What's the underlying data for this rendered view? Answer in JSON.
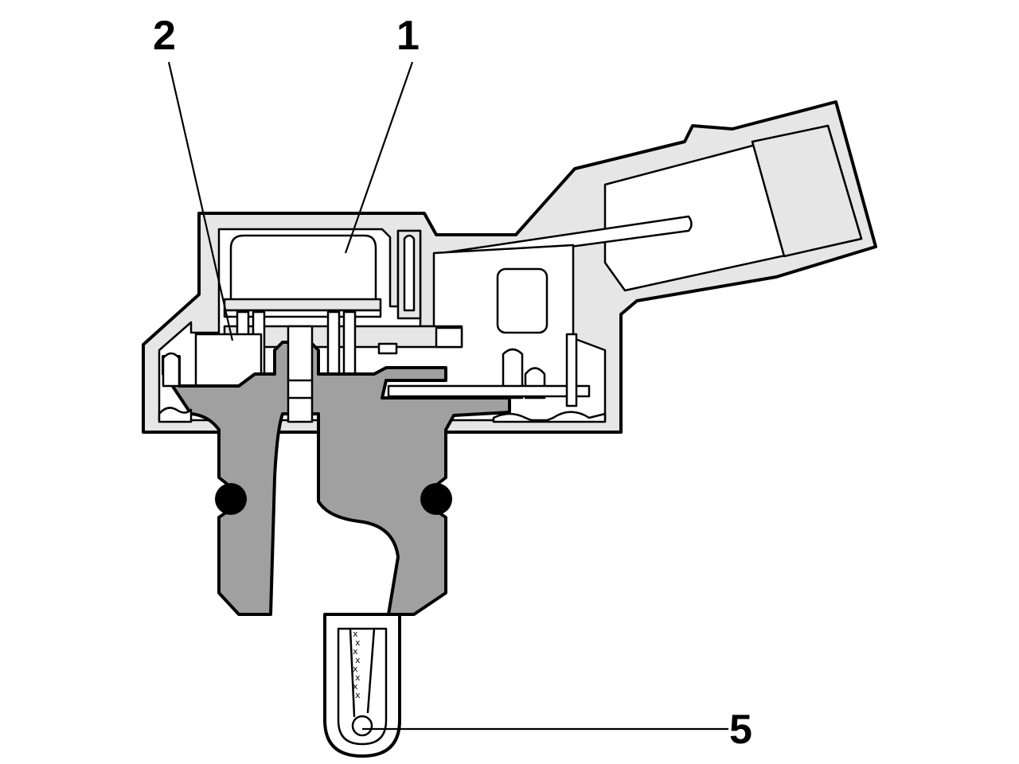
{
  "callouts": {
    "c1": "1",
    "c2": "2",
    "c5": "5"
  },
  "colors": {
    "body_fill": "#e6e6e6",
    "insert_fill": "#a0a0a0",
    "interior_fill": "#ffffff",
    "line": "#000000"
  }
}
